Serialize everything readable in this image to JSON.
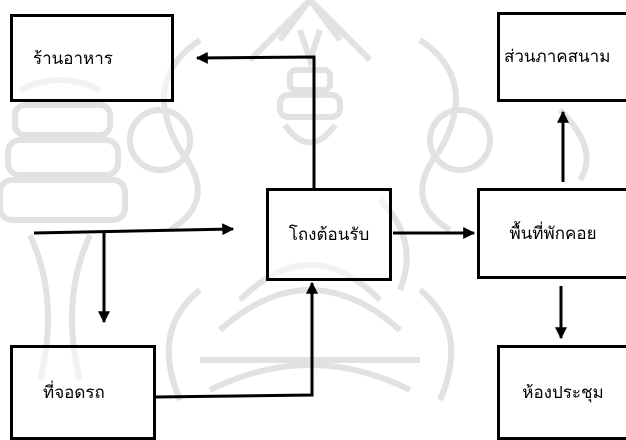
{
  "diagram": {
    "nodes": {
      "restaurant": "ร้านอาหาร",
      "lobby": "โถงต้อนรับ",
      "lounge": "พื้นที่พักคอย",
      "garden": "ส่วนภาคสนาม",
      "parking": "ที่จอดรถ",
      "meeting": "ห้องประชุม"
    },
    "edges": [
      {
        "from": "entrance",
        "to": "lobby"
      },
      {
        "from": "entrance",
        "to": "parking"
      },
      {
        "from": "parking",
        "to": "lobby"
      },
      {
        "from": "lobby",
        "to": "restaurant"
      },
      {
        "from": "lobby",
        "to": "lounge"
      },
      {
        "from": "lounge",
        "to": "garden"
      },
      {
        "from": "lounge",
        "to": "meeting"
      }
    ]
  },
  "colors": {
    "line": "#000000",
    "watermark": "#e2e2e2"
  },
  "icons": {
    "background": "royal-emblem-watermark"
  }
}
